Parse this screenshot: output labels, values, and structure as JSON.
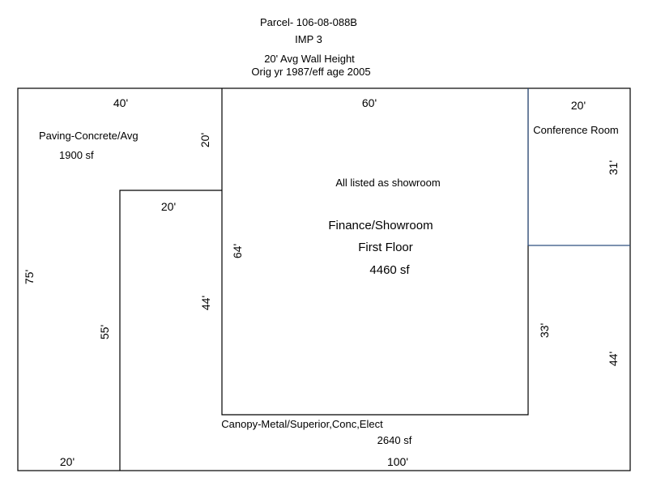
{
  "header": {
    "parcel": "Parcel- 106-08-088B",
    "imp": "IMP 3",
    "wall_height": "20' Avg Wall Height",
    "year": "Orig yr 1987/eff age 2005"
  },
  "paving": {
    "name": "Paving-Concrete/Avg",
    "area": "1900 sf",
    "dim_top": "40'",
    "dim_20_upper": "20'",
    "dim_20_inner": "20'",
    "dim_75": "75'",
    "dim_55": "55'",
    "dim_44": "44'",
    "dim_bottom": "20'"
  },
  "showroom": {
    "note": "All listed as showroom",
    "name": "Finance/Showroom",
    "floor": "First Floor",
    "area": "4460 sf",
    "dim_top": "60'",
    "dim_left": "64'",
    "dim_right": "33'"
  },
  "conference": {
    "name": "Conference Room",
    "dim_top": "20'",
    "dim_right": "31'"
  },
  "canopy": {
    "name": "Canopy-Metal/Superior,Conc,Elect",
    "area": "2640 sf",
    "dim_bottom": "100'",
    "dim_right": "44'"
  }
}
